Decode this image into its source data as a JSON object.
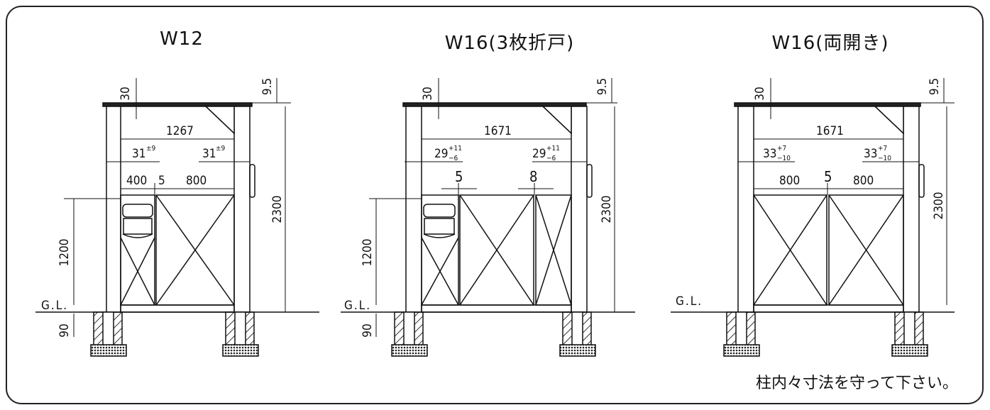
{
  "diagrams": [
    {
      "title": "W12",
      "labels": {
        "top_gap": "30",
        "top_thk": "9.5",
        "inner_width": "1267",
        "clear_left": "31",
        "clear_left_tol": "±9",
        "clear_right": "31",
        "clear_right_tol": "±9",
        "leaf1": "400",
        "gap1": "5",
        "leaf2": "800",
        "height": "2300",
        "mailbox_h": "1200",
        "gl": "G.L.",
        "embed": "90"
      }
    },
    {
      "title": "W16(3枚折戸)",
      "labels": {
        "top_gap": "30",
        "top_thk": "9.5",
        "inner_width": "1671",
        "clear_left": "29",
        "clear_left_tol_up": "+11",
        "clear_left_tol_dn": "−6",
        "clear_right": "29",
        "clear_right_tol_up": "+11",
        "clear_right_tol_dn": "−6",
        "gap1": "5",
        "gap2": "8",
        "height": "2300",
        "mailbox_h": "1200",
        "gl": "G.L.",
        "embed": "90"
      }
    },
    {
      "title": "W16(両開き)",
      "labels": {
        "top_gap": "30",
        "top_thk": "9.5",
        "inner_width": "1671",
        "clear_left": "33",
        "clear_left_tol_up": "+7",
        "clear_left_tol_dn": "−10",
        "clear_right": "33",
        "clear_right_tol_up": "+7",
        "clear_right_tol_dn": "−10",
        "leaf1": "800",
        "gap1": "5",
        "leaf2": "800",
        "height": "2300",
        "gl": "G.L."
      }
    }
  ],
  "note": "柱内々寸法を守って下さい。"
}
